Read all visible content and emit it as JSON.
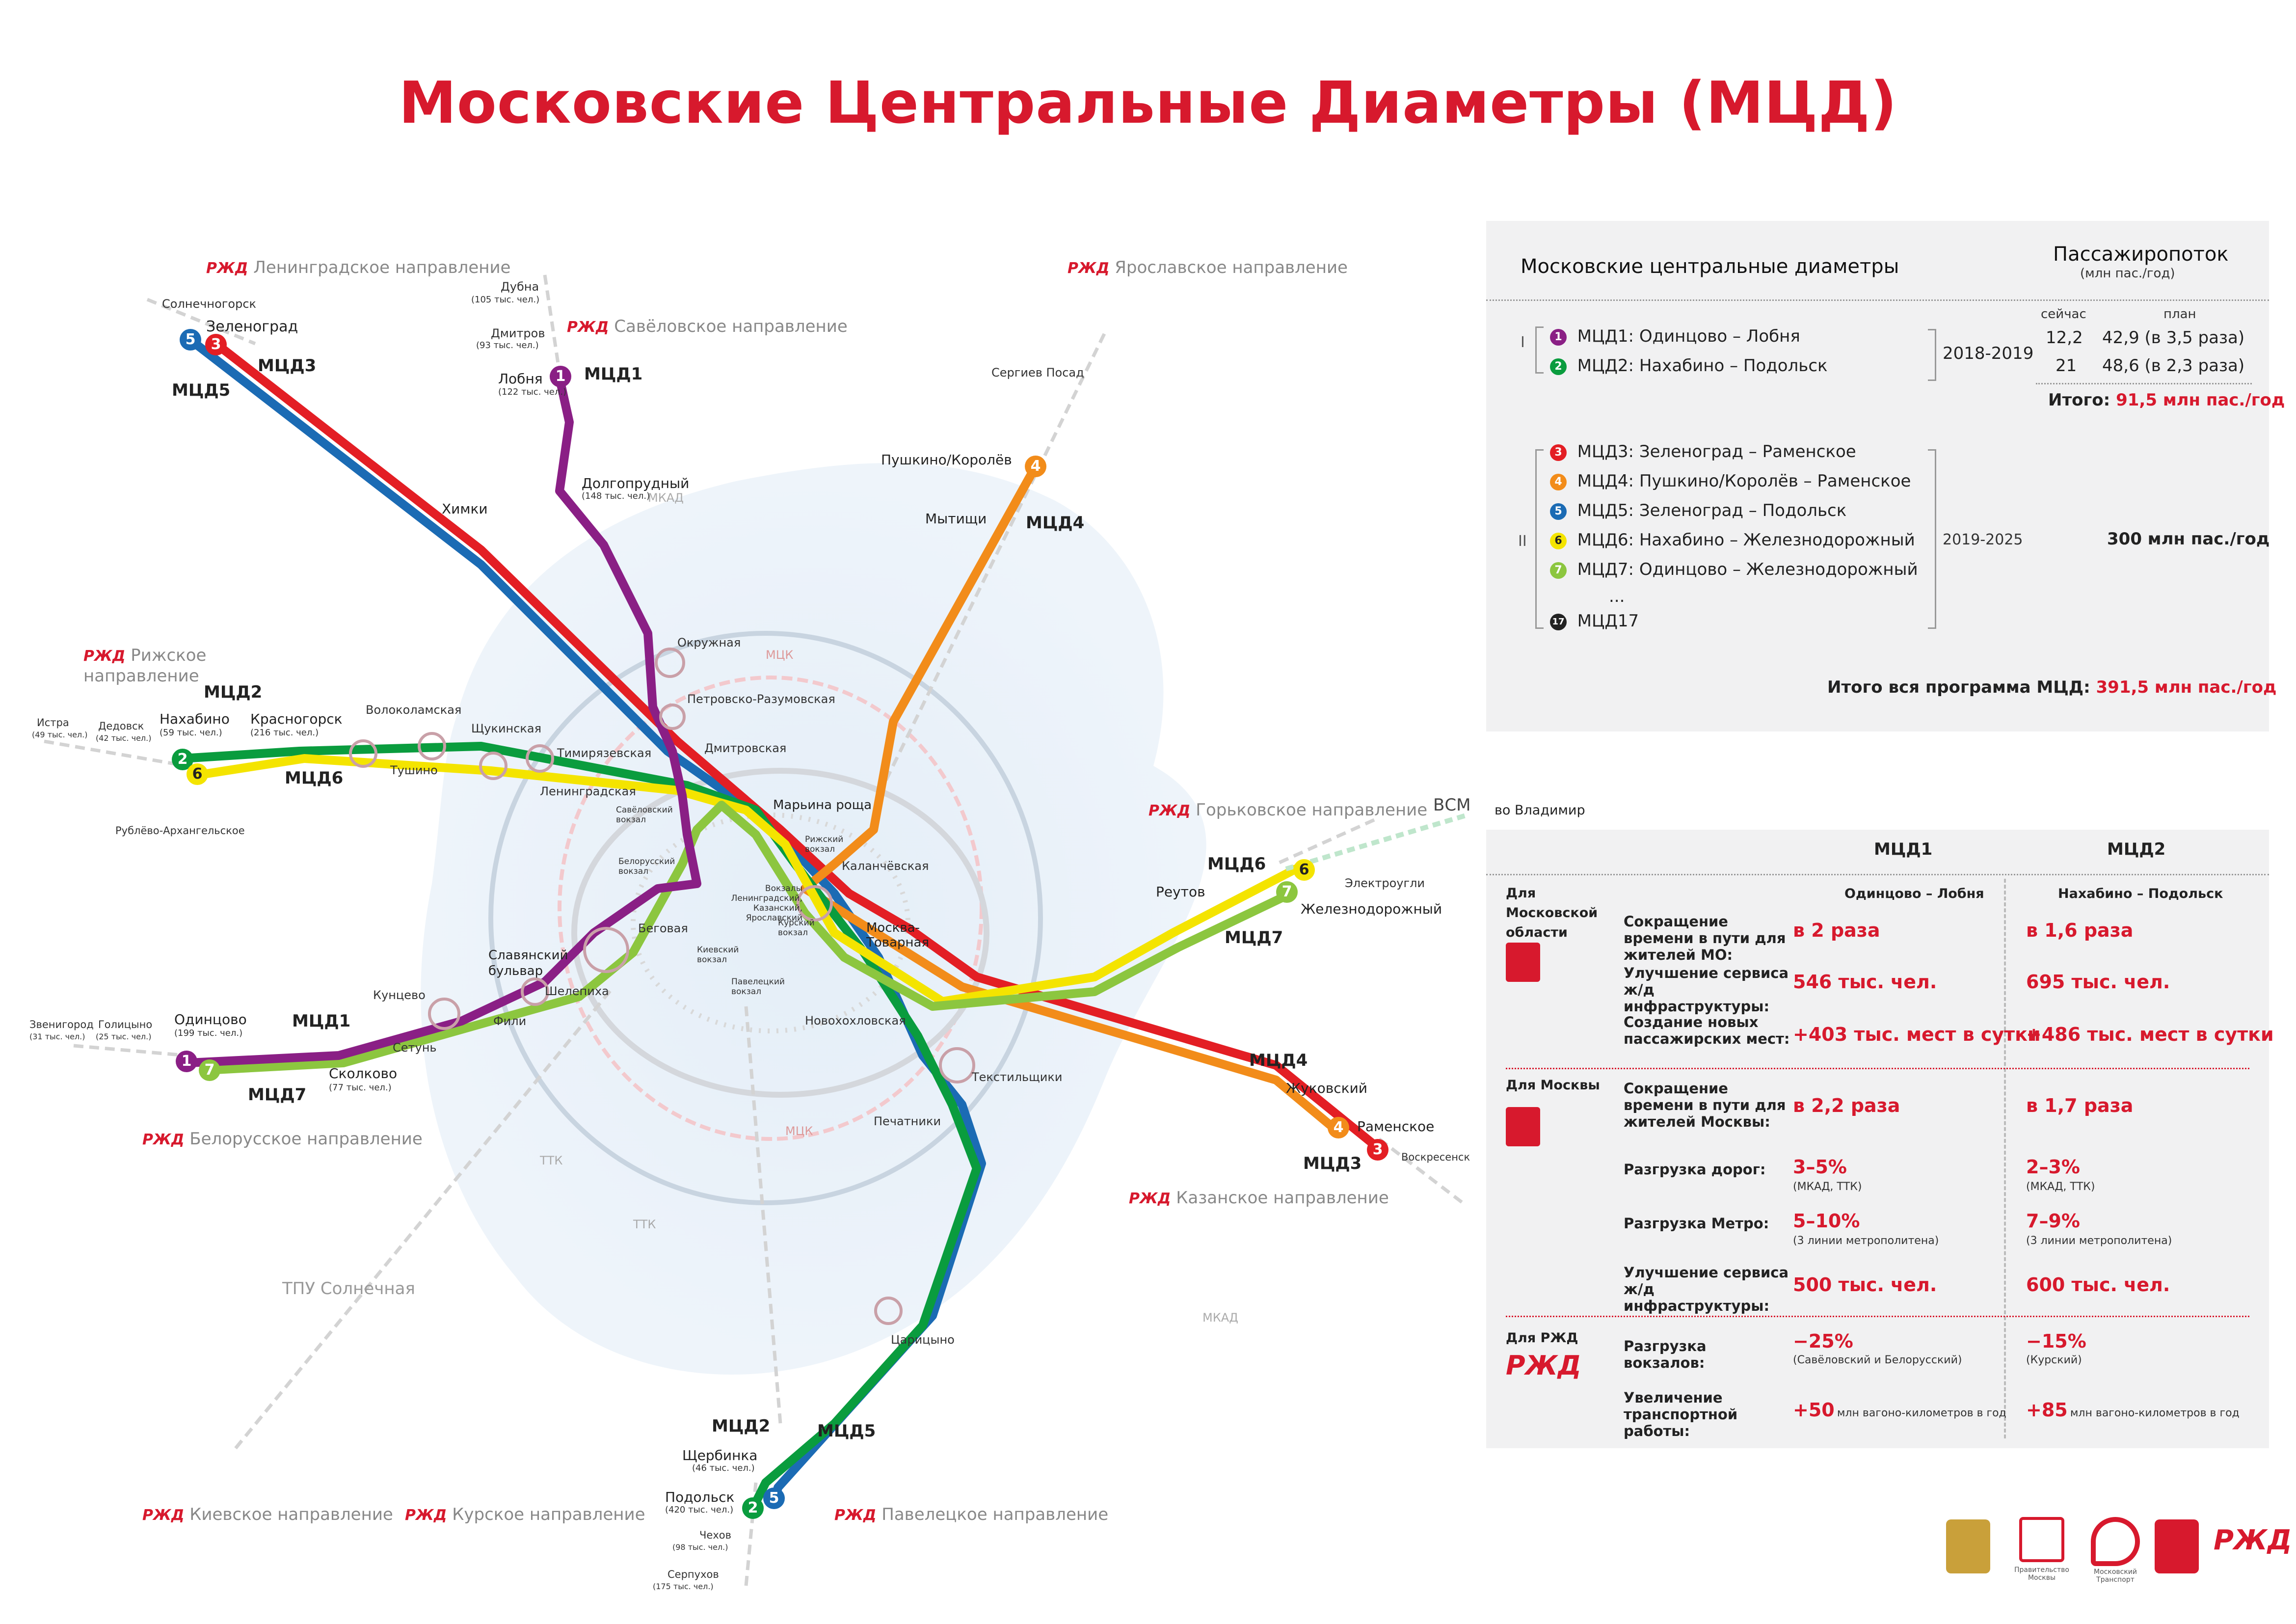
{
  "title": "Московские Центральные Диаметры (МЦД)",
  "colors": {
    "red": "#e31e24",
    "purple": "#8a1f85",
    "green": "#0a9c3e",
    "blue": "#1b6bb4",
    "orange": "#f28c1a",
    "yellow": "#f4e400",
    "lightgreen": "#8cc63f",
    "black": "#222222",
    "accent": "#d7192d"
  },
  "directions": [
    {
      "id": "dir-leningrad",
      "label": "Ленинградское направление"
    },
    {
      "id": "dir-savelovo",
      "label": "Савёловское направление"
    },
    {
      "id": "dir-yaroslavl",
      "label": "Ярославское направление"
    },
    {
      "id": "dir-riga",
      "label": "Рижское направление"
    },
    {
      "id": "dir-gorky",
      "label": "Горьковское направление"
    },
    {
      "id": "dir-belarus",
      "label": "Белорусское направление"
    },
    {
      "id": "dir-kazan",
      "label": "Казанское направление"
    },
    {
      "id": "dir-kiev",
      "label": "Киевское направление"
    },
    {
      "id": "dir-kursk",
      "label": "Курское направление"
    },
    {
      "id": "dir-paveletsk",
      "label": "Павелецкое направление"
    }
  ],
  "rzd_mark": "РЖД",
  "map_labels": {
    "tpu": "ТПУ Солнечная",
    "vsm": "ВСМ",
    "vladimir": "во Владимир",
    "mkad": "МКАД",
    "ttk": "ТТК",
    "mck": "МЦК",
    "mkad2": "МКАД",
    "ttk2": "ТТК",
    "mck2": "МЦК"
  },
  "line_labels": {
    "mcd1_top": "МЦД1",
    "mcd1_bottom": "МЦД1",
    "mcd2_left": "МЦД2",
    "mcd2_bottom": "МЦД2",
    "mcd3_top": "МЦД3",
    "mcd3_right": "МЦД3",
    "mcd4_top": "МЦД4",
    "mcd4_right": "МЦД4",
    "mcd5_top": "МЦД5",
    "mcd5_bottom": "МЦД5",
    "mcd6_left": "МЦД6",
    "mcd6_right": "МЦД6",
    "mcd7_left": "МЦД7",
    "mcd7_right": "МЦД7"
  },
  "badges": {
    "zel5": "5",
    "zel3": "3",
    "lob1": "1",
    "push4": "4",
    "nah2": "2",
    "nah6": "6",
    "odin1": "1",
    "odin7": "7",
    "zhel6": "6",
    "zhel7": "7",
    "ram4": "4",
    "ram3": "3",
    "pod2": "2",
    "pod5": "5"
  },
  "stations": {
    "solnechnogorsk": "Солнечногорск",
    "zelenograd": "Зеленоград",
    "khimki": "Химки",
    "dubna": "Дубна",
    "dubna_s": "(105 тыс. чел.)",
    "dmitrov": "Дмитров",
    "dmitrov_s": "(93 тыс. чел.)",
    "lobnya": "Лобня",
    "lobnya_s": "(122 тыс. чел.)",
    "dolgoprudny": "Долгопрудный",
    "dolgoprudny_s": "(148 тыс. чел.)",
    "sergiev": "Сергиев Посад",
    "pushkino": "Пушкино/Королёв",
    "mytishchi": "Мытищи",
    "okruzhnaya": "Окружная",
    "petrovsko": "Петровско-Разумовская",
    "dmitrovskaya": "Дмитровская",
    "istra": "Истра",
    "istra_s": "(49 тыс. чел.)",
    "dedovsk": "Дедовск",
    "dedovsk_s": "(42 тыс. чел.)",
    "nakhabino": "Нахабино",
    "nakhabino_s": "(59 тыс. чел.)",
    "krasnogorsk": "Красногорск",
    "krasnogorsk_s": "(216 тыс. чел.)",
    "volokolamskaya": "Волоколамская",
    "tushino": "Тушино",
    "shchukinskaya": "Щукинская",
    "timiryazevskaya": "Тимирязевская",
    "leningradskaya": "Ленинградская",
    "rublevo": "Рублёво-Архангельское",
    "savelovsky": "Савёловский вокзал",
    "belorussky": "Белорусский вокзал",
    "marina": "Марьина роща",
    "rizhsky": "Рижский вокзал",
    "kalanchevskaya": "Каланчёвская",
    "vokzaly": "Вокзалы Ленинградский, Казанский, Ярославский",
    "kursky": "Курский вокзал",
    "begovaya": "Беговая",
    "kievsky": "Киевский вокзал",
    "paveletsky": "Павелецкий вокзал",
    "moskva_tov": "Москва-Товарная",
    "zvenigorod": "Звенигород",
    "zvenigorod_s": "(31 тыс. чел.)",
    "golitsyno": "Голицыно",
    "golitsyno_s": "(25 тыс. чел.)",
    "odintsovo": "Одинцово",
    "odintsovo_s": "(199 тыс. чел.)",
    "kuntsevo": "Кунцево",
    "slavyansky": "Славянский бульвар",
    "shelepikha": "Шелепиха",
    "fili": "Фили",
    "setun": "Сетунь",
    "skolkovo": "Сколково",
    "skolkovo_s": "(77 тыс. чел.)",
    "novokhokhlovskaya": "Новохохловская",
    "tekstilshchiki": "Текстильщики",
    "pechatniki": "Печатники",
    "reutov": "Реутов",
    "elektrougli": "Электроугли",
    "zheleznodorozhny": "Железнодорожный",
    "zhukovsky": "Жуковский",
    "ramenskoye": "Раменское",
    "voskresensk": "Воскресенск",
    "tsaritsyno": "Царицыно",
    "shcherbinka": "Щербинка",
    "shcherbinka_s": "(46 тыс. чел.)",
    "podolsk": "Подольск",
    "podolsk_s": "(420 тыс. чел.)",
    "chekhov": "Чехов",
    "chekhov_s": "(98 тыс. чел.)",
    "serpukhov": "Серпухов",
    "serpukhov_s": "(175 тыс. чел.)"
  },
  "panel1": {
    "heading": "Московские центральные диаметры",
    "flow_title": "Пассажиропоток",
    "flow_unit": "(млн пас./год)",
    "col_now": "сейчас",
    "col_plan": "план",
    "stage1": "I",
    "stage2": "II",
    "lines1": [
      {
        "num": "1",
        "color": "#8a1f85",
        "label": "МЦД1: Одинцово – Лобня",
        "now": "12,2",
        "plan": "42,9 (в 3,5 раза)"
      },
      {
        "num": "2",
        "color": "#0a9c3e",
        "label": "МЦД2: Нахабино – Подольск",
        "now": "21",
        "plan": "48,6 (в 2,3 раза)"
      }
    ],
    "period1": "2018-2019",
    "total1_label": "Итого:",
    "total1_value": "91,5 млн пас./год",
    "lines2": [
      {
        "num": "3",
        "color": "#e31e24",
        "label": "МЦД3: Зеленоград – Раменское"
      },
      {
        "num": "4",
        "color": "#f28c1a",
        "label": "МЦД4: Пушкино/Королёв – Раменское"
      },
      {
        "num": "5",
        "color": "#1b6bb4",
        "label": "МЦД5: Зеленоград – Подольск"
      },
      {
        "num": "6",
        "color": "#f4e400",
        "label": "МЦД6: Нахабино – Железнодорожный"
      },
      {
        "num": "7",
        "color": "#8cc63f",
        "label": "МЦД7: Одинцово – Железнодорожный"
      }
    ],
    "ellipsis": "...",
    "line17": {
      "num": "17",
      "color": "#222222",
      "label": "МЦД17"
    },
    "period2": "2019-2025",
    "total2_value": "300 млн пас./год",
    "grand_label": "Итого вся программа МЦД:",
    "grand_value": "391,5 млн пас./год"
  },
  "panel2": {
    "col1": "МЦД1",
    "col2": "МЦД2",
    "route1": "Одинцово – Лобня",
    "route2": "Нахабино – Подольск",
    "region": "Для Московской области",
    "moscow": "Для Москвы",
    "rzd": "Для РЖД",
    "rows": [
      {
        "label": "Сокращение времени в пути для жителей МО:",
        "v1": "в 2 раза",
        "v2": "в 1,6 раза"
      },
      {
        "label": "Улучшение сервиса ж/д инфраструктуры:",
        "v1": "546 тыс. чел.",
        "v2": "695 тыс. чел."
      },
      {
        "label": "Создание новых пассажирских мест:",
        "v1": "+403 тыс. мест в сутки",
        "v2": "+486 тыс. мест в сутки"
      },
      {
        "label": "Сокращение времени в пути для жителей Москвы:",
        "v1": "в 2,2 раза",
        "v2": "в 1,7 раза"
      },
      {
        "label": "Разгрузка дорог:",
        "v1": "3–5%",
        "s1": "(МКАД, ТТК)",
        "v2": "2–3%",
        "s2": "(МКАД, ТТК)"
      },
      {
        "label": "Разгрузка Метро:",
        "v1": "5–10%",
        "s1": "(3 линии метрополитена)",
        "v2": "7–9%",
        "s2": "(3 линии метрополитена)"
      },
      {
        "label": "Улучшение сервиса ж/д инфраструктуры:",
        "v1": "500 тыс. чел.",
        "v2": "600 тыс. чел."
      },
      {
        "label": "Разгрузка вокзалов:",
        "v1": "−25%",
        "s1": "(Савёловский и Белорусский)",
        "v2": "−15%",
        "s2": "(Курский)"
      },
      {
        "label": "Увеличение транспортной работы:",
        "v1": "+50",
        "s1": "млн вагоно-километров в год",
        "v2": "+85",
        "s2": "млн вагоно-километров в год"
      }
    ]
  },
  "footer_logos": {
    "gov": "Правительство Москвы",
    "mt": "Московский Транспорт"
  }
}
